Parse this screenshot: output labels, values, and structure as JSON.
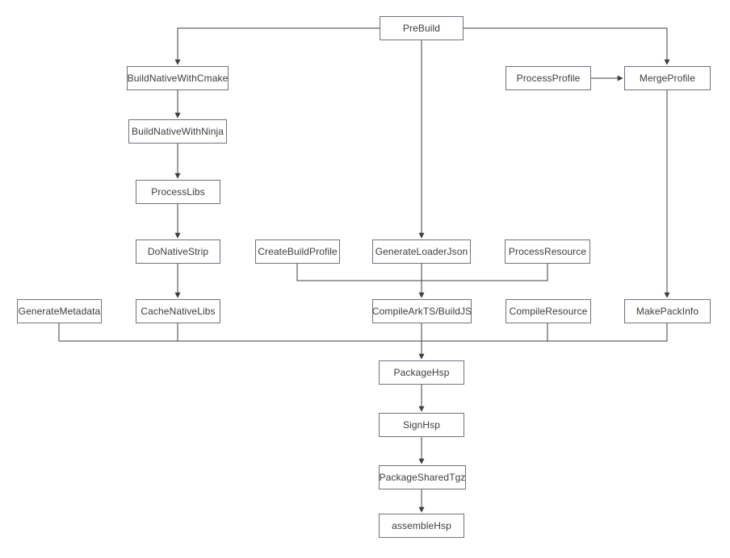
{
  "diagram": {
    "type": "flowchart",
    "background_color": "#ffffff",
    "node_fill_color": "#ffffff",
    "node_border_color": "#70737f",
    "text_color": "#3c3c3c",
    "line_color": "#3f3f3f",
    "nodes": [
      {
        "id": "prebuild",
        "label": "PreBuild"
      },
      {
        "id": "build-native-with-cmake",
        "label": "BuildNativeWithCmake"
      },
      {
        "id": "process-profile",
        "label": "ProcessProfile"
      },
      {
        "id": "merge-profile",
        "label": "MergeProfile"
      },
      {
        "id": "build-native-with-ninja",
        "label": "BuildNativeWithNinja"
      },
      {
        "id": "process-libs",
        "label": "ProcessLibs"
      },
      {
        "id": "do-native-strip",
        "label": "DoNativeStrip"
      },
      {
        "id": "create-build-profile",
        "label": "CreateBuildProfile"
      },
      {
        "id": "generate-loader-json",
        "label": "GenerateLoaderJson"
      },
      {
        "id": "process-resource",
        "label": "ProcessResource"
      },
      {
        "id": "generate-metadata",
        "label": "GenerateMetadata"
      },
      {
        "id": "cache-native-libs",
        "label": "CacheNativeLibs"
      },
      {
        "id": "compile-arkts-buildjs",
        "label": "CompileArkTS/BuildJS"
      },
      {
        "id": "compile-resource",
        "label": "CompileResource"
      },
      {
        "id": "make-pack-info",
        "label": "MakePackInfo"
      },
      {
        "id": "package-hsp",
        "label": "PackageHsp"
      },
      {
        "id": "sign-hsp",
        "label": "SignHsp"
      },
      {
        "id": "package-shared-tgz",
        "label": "PackageSharedTgz"
      },
      {
        "id": "assemble-hsp",
        "label": "assembleHsp"
      }
    ],
    "edges": [
      {
        "from": "PreBuild",
        "to": "BuildNativeWithCmake"
      },
      {
        "from": "PreBuild",
        "to": "GenerateLoaderJson"
      },
      {
        "from": "PreBuild",
        "to": "MergeProfile"
      },
      {
        "from": "BuildNativeWithCmake",
        "to": "BuildNativeWithNinja"
      },
      {
        "from": "BuildNativeWithNinja",
        "to": "ProcessLibs"
      },
      {
        "from": "ProcessLibs",
        "to": "DoNativeStrip"
      },
      {
        "from": "DoNativeStrip",
        "to": "CacheNativeLibs"
      },
      {
        "from": "ProcessProfile",
        "to": "MergeProfile"
      },
      {
        "from": "MergeProfile",
        "to": "MakePackInfo"
      },
      {
        "from": "CreateBuildProfile",
        "to": "CompileArkTS/BuildJS"
      },
      {
        "from": "GenerateLoaderJson",
        "to": "CompileArkTS/BuildJS"
      },
      {
        "from": "ProcessResource",
        "to": "CompileArkTS/BuildJS"
      },
      {
        "from": "GenerateMetadata",
        "to": "PackageHsp"
      },
      {
        "from": "CacheNativeLibs",
        "to": "PackageHsp"
      },
      {
        "from": "CompileArkTS/BuildJS",
        "to": "PackageHsp"
      },
      {
        "from": "CompileResource",
        "to": "PackageHsp"
      },
      {
        "from": "MakePackInfo",
        "to": "PackageHsp"
      },
      {
        "from": "PackageHsp",
        "to": "SignHsp"
      },
      {
        "from": "SignHsp",
        "to": "PackageSharedTgz"
      },
      {
        "from": "PackageSharedTgz",
        "to": "assembleHsp"
      }
    ]
  }
}
